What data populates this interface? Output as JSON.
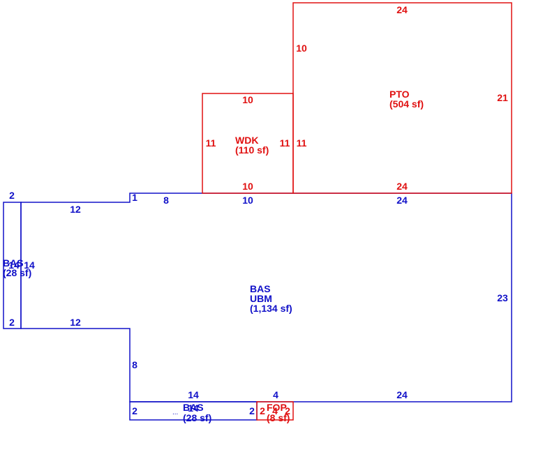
{
  "colors": {
    "blue": "#1010c8",
    "red": "#e01010",
    "background": "#ffffff"
  },
  "areas": {
    "main": {
      "code": "BAS",
      "sub": "UBM",
      "size": "(1,134 sf)"
    },
    "left": {
      "code": "BAS",
      "size": "(28 sf)"
    },
    "bottom": {
      "code": "BAS",
      "size": "(28 sf)"
    },
    "wdk": {
      "code": "WDK",
      "size": "(110 sf)"
    },
    "pto": {
      "code": "PTO",
      "size": "(504 sf)"
    },
    "fop": {
      "code": "FOP",
      "size": "(8 sf)"
    }
  },
  "dims": {
    "pto_top": "24",
    "pto_left": "10",
    "pto_right": "21",
    "pto_bottom": "24",
    "wdk_top": "10",
    "wdk_left": "11",
    "wdk_right": "11",
    "wdk_right_outer": "11",
    "wdk_bottom": "10",
    "main_top_a": "1",
    "main_top_b": "8",
    "main_top_c": "10",
    "main_top_d": "24",
    "main_left_upper": "12",
    "main_left_lower": "12",
    "main_step": "8",
    "main_right": "23",
    "main_bottom_a": "14",
    "main_bottom_b": "4",
    "main_bottom_c": "24",
    "left_top": "2",
    "left_bottom": "2",
    "left_side": "14",
    "left_side_b": "14",
    "bottom_left": "2",
    "bottom_right": "2",
    "bottom_b": "14",
    "fop_left": "2",
    "fop_mid": "4",
    "fop_right": "2"
  },
  "marks": {
    "dots": "..."
  }
}
